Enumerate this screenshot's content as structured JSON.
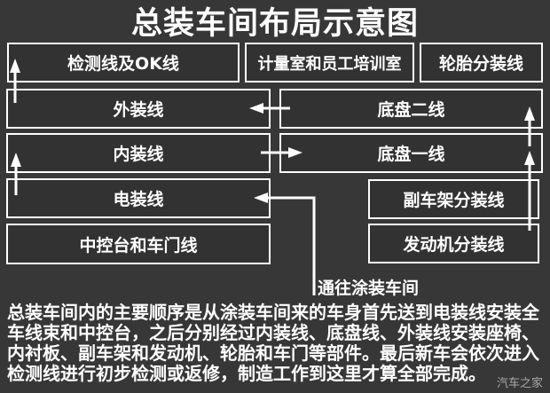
{
  "title": "总装车间布局示意图",
  "boxes": {
    "inspection_ok": "检测线及OK线",
    "metrology_training": "计量室和员工培训室",
    "tire_subassembly": "轮胎分装线",
    "exterior_line": "外装线",
    "chassis_line_2": "底盘二线",
    "interior_line": "内装线",
    "chassis_line_1": "底盘一线",
    "electrical_line": "电装线",
    "subframe_subassembly": "副车架分装线",
    "console_door_line": "中控台和车门线",
    "engine_subassembly": "发动机分装线"
  },
  "annotation": "通往涂装车间",
  "description": "总装车间内的主要顺序是从涂装车间来的车身首先送到电装线安装全车线束和中控台，之后分别经过内装线、底盘线、外装线安装座椅、内衬板、副车架和发动机、轮胎和车门等部件。最后新车会依次进入检测线进行初步检测或返修，制造工作到这里才算全部完成。",
  "watermark": "汽车之家",
  "colors": {
    "background": "#373737",
    "box_fill": "#323232",
    "line": "#ffffff",
    "text": "#ffffff",
    "watermark_text": "#a8a8a8"
  }
}
